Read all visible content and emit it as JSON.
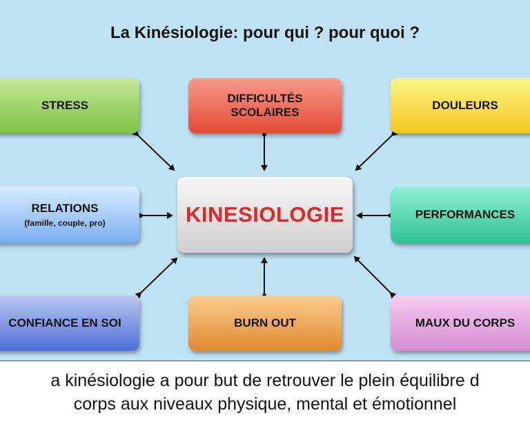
{
  "title": "La Kinésiologie: pour qui ? pour quoi ?",
  "center": "KINESIOLOGIE",
  "boxes": {
    "stress": "STRESS",
    "difficultes_1": "DIFFICULTÉS",
    "difficultes_2": "SCOLAIRES",
    "douleurs": "DOULEURS",
    "relations": "RELATIONS",
    "relations_sub": "(famille, couple, pro)",
    "performances": "PERFORMANCES",
    "confiance": "CONFIANCE EN SOI",
    "burnout": "BURN OUT",
    "maux": "MAUX DU CORPS"
  },
  "caption": {
    "line1": "a kinésiologie a pour but de retrouver le plein équilibre d",
    "line2": "corps aux niveaux physique, mental et émotionnel"
  },
  "colors": {
    "stress": "#9bd35a",
    "difficultes": "#e8503b",
    "douleurs": "#f5d53a",
    "relations": "#8ebff3",
    "performances": "#3bd0a2",
    "confiance": "#6a86de",
    "burnout": "#e89a45",
    "maux": "#dba2db",
    "center_text": "#e0262a"
  }
}
